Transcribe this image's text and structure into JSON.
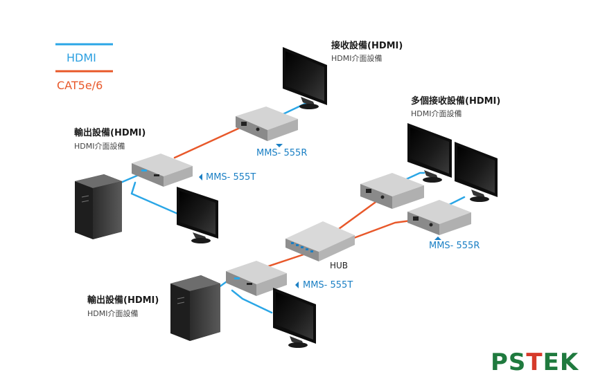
{
  "legend": {
    "hdmi_label": "HDMI",
    "cat_label": "CAT5e/6",
    "hdmi_color": "#2aa6e6",
    "cat_color": "#e8582a"
  },
  "labels": {
    "receiver_title": "接收設備(HDMI)",
    "receiver_sub": "HDMI介面設備",
    "multi_receiver_title": "多個接收設備(HDMI)",
    "multi_receiver_sub": "HDMI介面設備",
    "output_title_1": "輸出設備(HDMI)",
    "output_sub_1": "HDMI介面設備",
    "output_title_2": "輸出設備(HDMI)",
    "output_sub_2": "HDMI介面設備",
    "receiver_model_1": "MMS- 555R",
    "transmitter_model_1": "MMS- 555T",
    "receiver_model_2": "MMS- 555R",
    "transmitter_model_2": "MMS- 555T",
    "hub_label": "HUB"
  },
  "logo": {
    "letters": [
      "P",
      "S",
      "T",
      "E",
      "K"
    ],
    "colors": [
      "#1f7a3e",
      "#1f7a3e",
      "#d63a2a",
      "#1f7a3e",
      "#1f7a3e"
    ]
  }
}
